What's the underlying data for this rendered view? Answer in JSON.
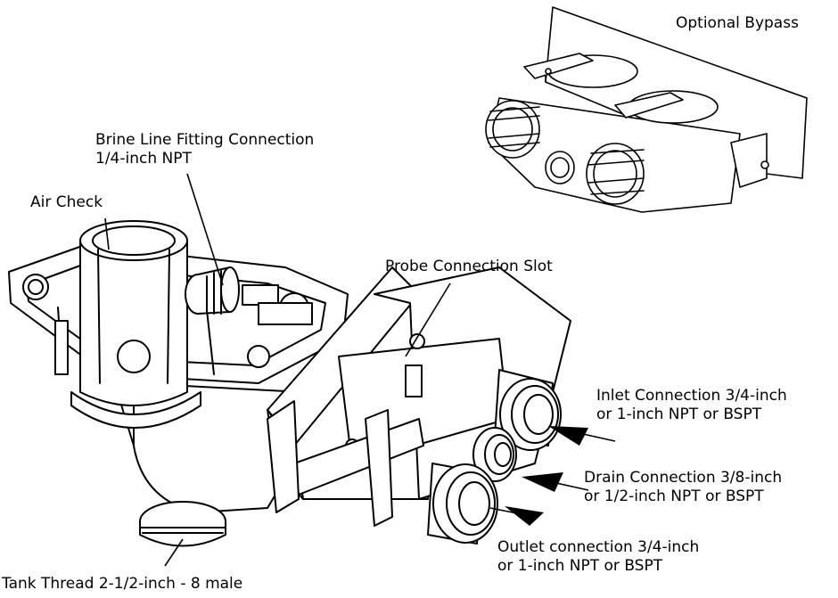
{
  "callouts": {
    "optional_bypass": [
      "Optional Bypass"
    ],
    "brine_line": [
      "Brine Line Fitting Connection",
      "1/4-inch NPT"
    ],
    "air_check": [
      "Air Check"
    ],
    "probe_slot": [
      "Probe Connection Slot"
    ],
    "inlet": [
      "Inlet Connection 3/4-inch",
      "or 1-inch NPT or BSPT"
    ],
    "drain": [
      "Drain Connection 3/8-inch",
      "or 1/2-inch NPT or BSPT"
    ],
    "outlet": [
      "Outlet connection 3/4-inch",
      "or 1-inch NPT or BSPT"
    ],
    "tank_thread": [
      "Tank Thread 2-1/2-inch - 8 male"
    ]
  }
}
